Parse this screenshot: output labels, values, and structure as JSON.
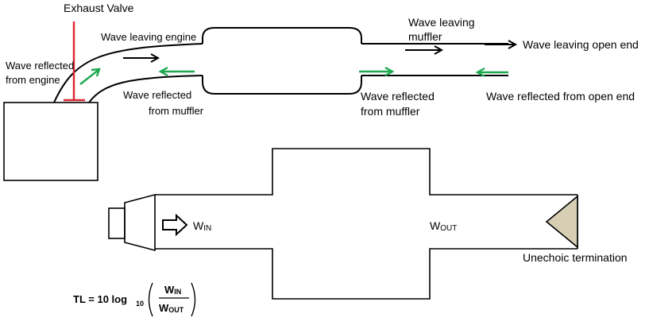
{
  "colors": {
    "green_arrow": "#1ea850",
    "valve_red": "#d9262e",
    "termination_fill": "#d6cfb4",
    "stroke": "#000000"
  },
  "labels": {
    "exhaust_valve": "Exhaust Valve",
    "wave_reflected_from_engine_1": "Wave reflected",
    "wave_reflected_from_engine_2": "from engine",
    "wave_leaving_engine": "Wave leaving engine",
    "wave_reflected_from_muffler_left_1": "Wave reflected",
    "wave_reflected_from_muffler_left_2": "from muffler",
    "wave_leaving_muffler_1": "Wave leaving",
    "wave_leaving_muffler_2": "muffler",
    "wave_leaving_open_end": "Wave leaving open end",
    "wave_reflected_from_muffler_right_1": "Wave reflected",
    "wave_reflected_from_muffler_right_2": "from muffler",
    "wave_reflected_from_open_end": "Wave reflected from open end",
    "w_in_main": "W",
    "w_in_sub": "IN",
    "w_out_main": "W",
    "w_out_sub": "OUT",
    "unechoic_termination": "Unechoic termination"
  },
  "formula": {
    "prefix": "TL = 10 log",
    "log_base": "10",
    "numerator_main": "W",
    "numerator_sub": "IN",
    "denominator_main": "W",
    "denominator_sub": "OUT"
  }
}
